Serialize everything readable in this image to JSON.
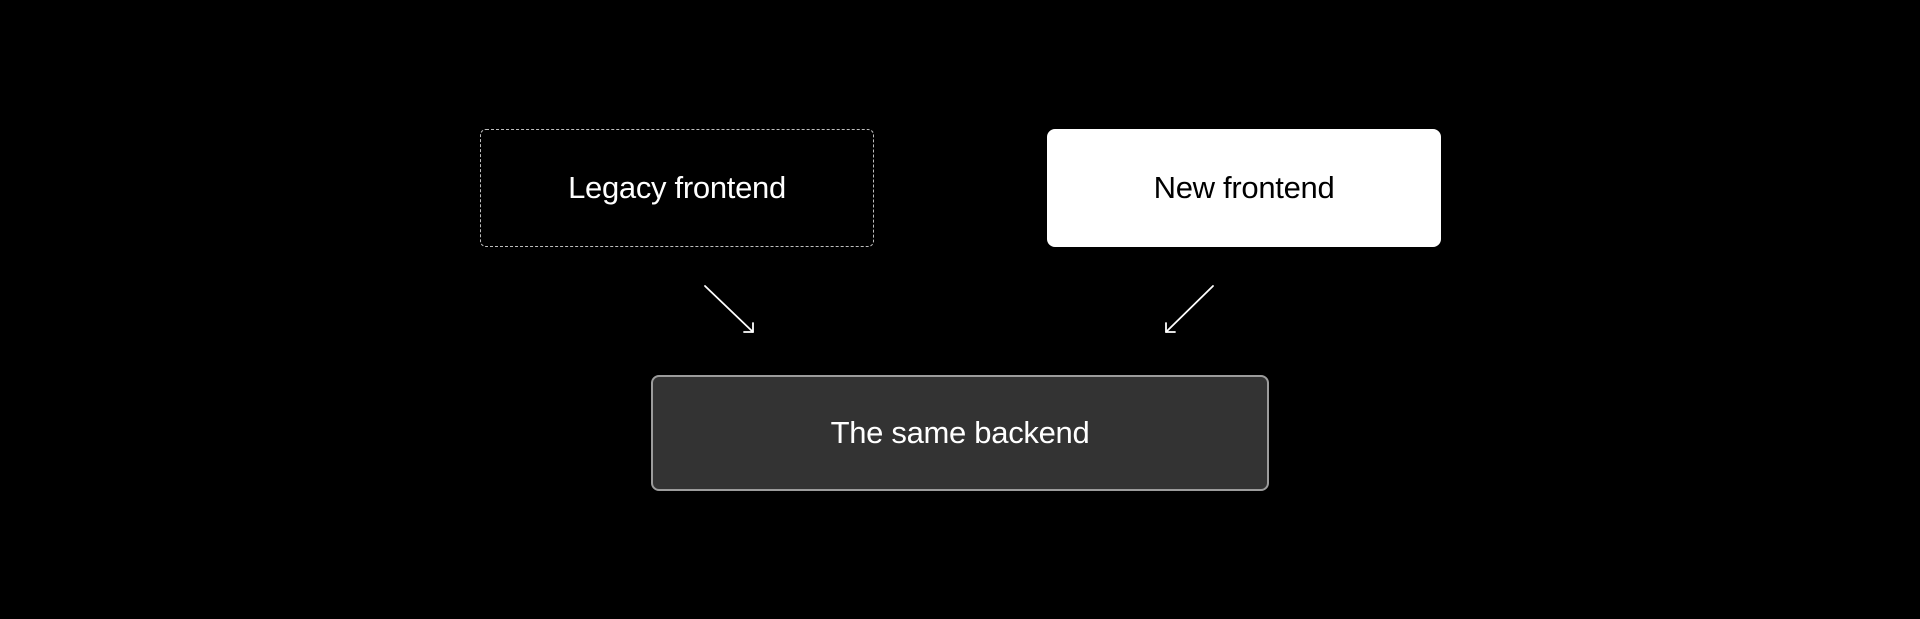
{
  "diagram": {
    "nodes": {
      "legacy_frontend": {
        "label": "Legacy frontend",
        "style": "dashed-outline"
      },
      "new_frontend": {
        "label": "New frontend",
        "style": "filled-white"
      },
      "backend": {
        "label": "The same backend",
        "style": "filled-dark-gray"
      }
    },
    "edges": [
      {
        "from": "Legacy frontend",
        "to": "The same backend"
      },
      {
        "from": "New frontend",
        "to": "The same backend"
      }
    ],
    "colors": {
      "background": "#000000",
      "new_frontend_fill": "#ffffff",
      "backend_fill": "#333333",
      "backend_border": "#9c9c9c",
      "legacy_border": "#bdbdbd",
      "arrow": "#ffffff"
    }
  }
}
